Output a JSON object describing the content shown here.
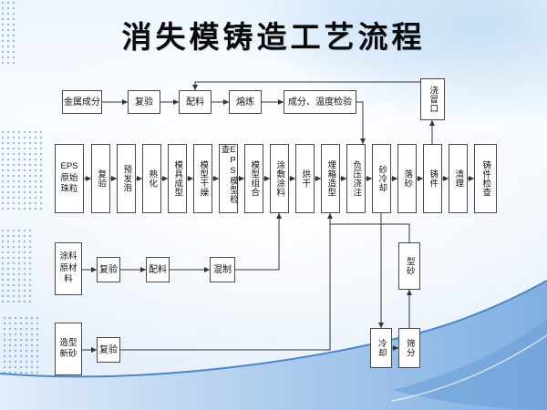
{
  "title": "消失模铸造工艺流程",
  "top_row": [
    "金属成分",
    "复验",
    "配料",
    "熔炼",
    "成分、温度检验"
  ],
  "gating": "浇冒口",
  "main_row": [
    "EPS\n原始\n珠粒",
    "复验",
    "预发泡",
    "熟化",
    "模具成型",
    "模型干燥",
    "EPS模型检查",
    "模型组合",
    "涂敷涂料",
    "烘干",
    "埋箱造型",
    "负压浇注",
    "砂冷却",
    "落砂",
    "铸件",
    "清理",
    "铸件检查"
  ],
  "coating_row": [
    "涂料\n原材\n料",
    "复验",
    "配料",
    "混制"
  ],
  "sand_row": [
    "造型\n新砂",
    "复验"
  ],
  "recycle": {
    "molding_sand": "型砂",
    "cooling": "冷却",
    "sieving": "筛分"
  },
  "colors": {
    "accent_blue": "#4a86c8",
    "box_border": "#4a4a4a",
    "line": "#333333"
  }
}
